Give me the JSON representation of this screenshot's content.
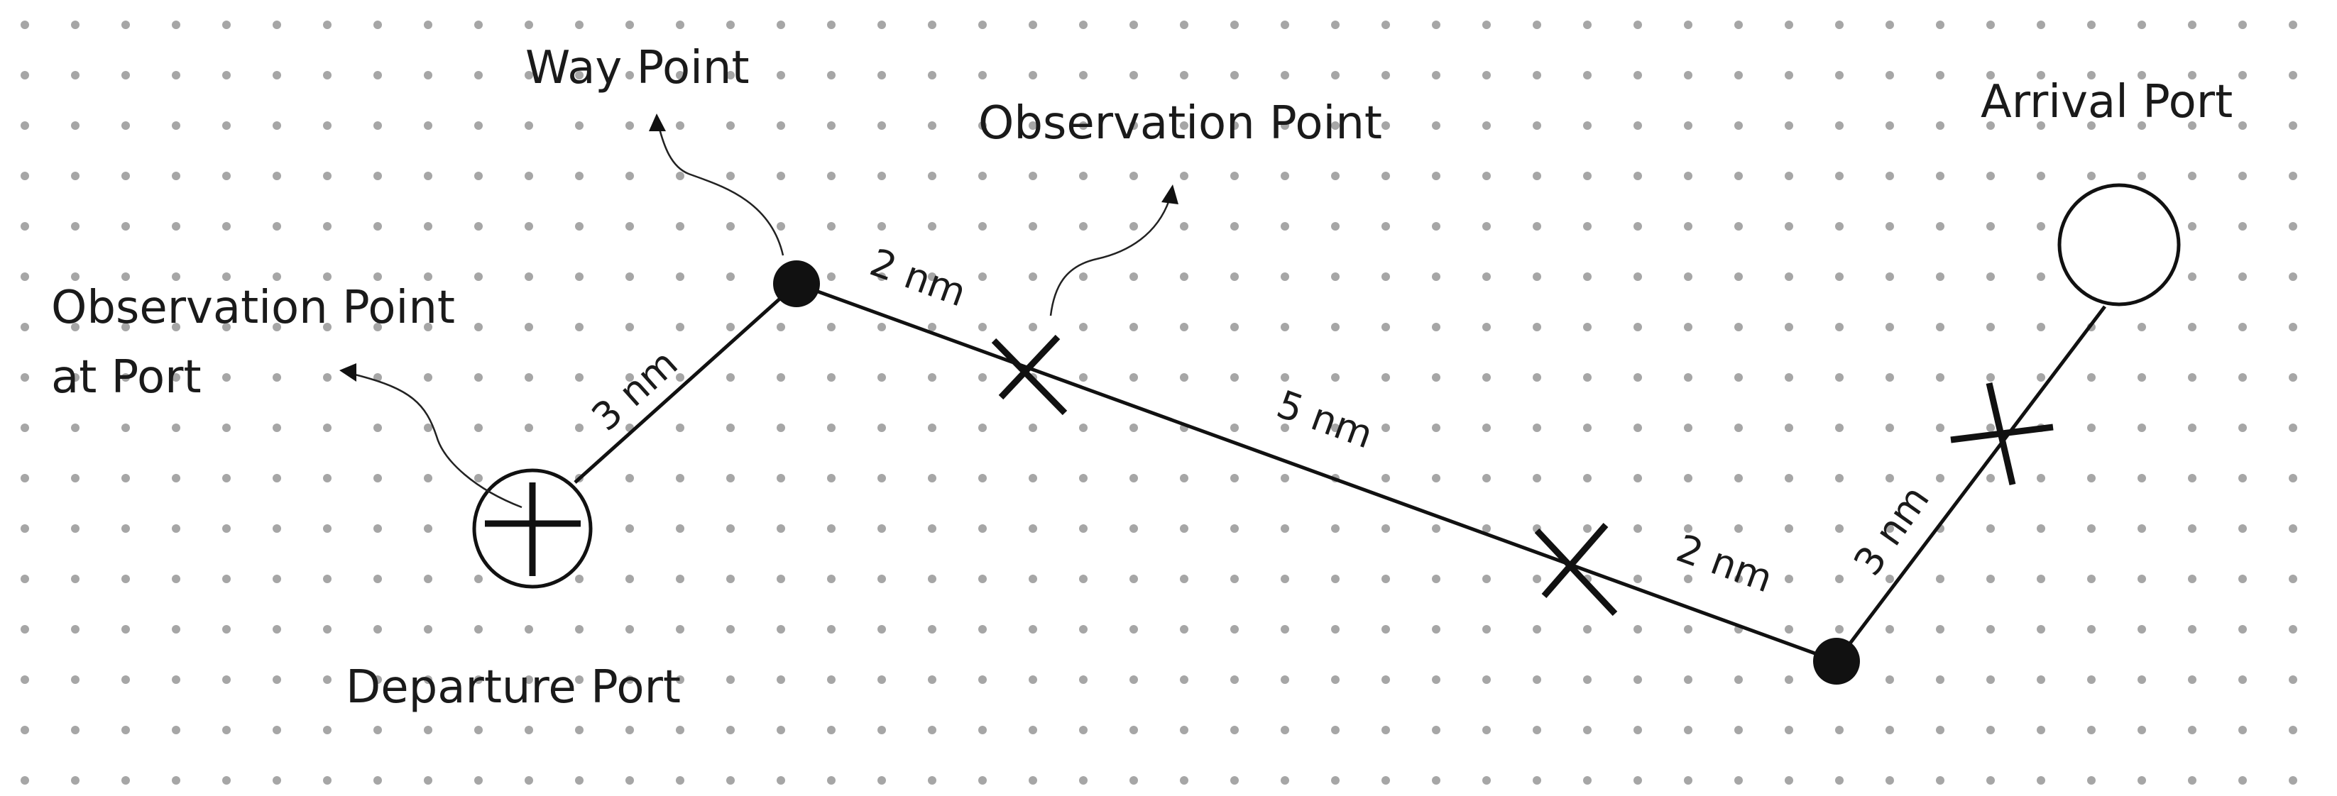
{
  "labels": {
    "way_point": "Way Point",
    "observation_point": "Observation Point",
    "arrival_port": "Arrival Port",
    "observation_point_at_port_line1": "Observation Point",
    "observation_point_at_port_line2": "at Port",
    "departure_port": "Departure Port"
  },
  "distances": {
    "departure_to_waypoint": "3 nm",
    "waypoint_to_observation": "2 nm",
    "observation_to_observation": "5 nm",
    "observation_to_waypoint": "2 nm",
    "waypoint_to_arrival": "3 nm"
  },
  "colors": {
    "line": "#111111",
    "grid_dot": "#a6a6a6",
    "background": "#ffffff"
  }
}
